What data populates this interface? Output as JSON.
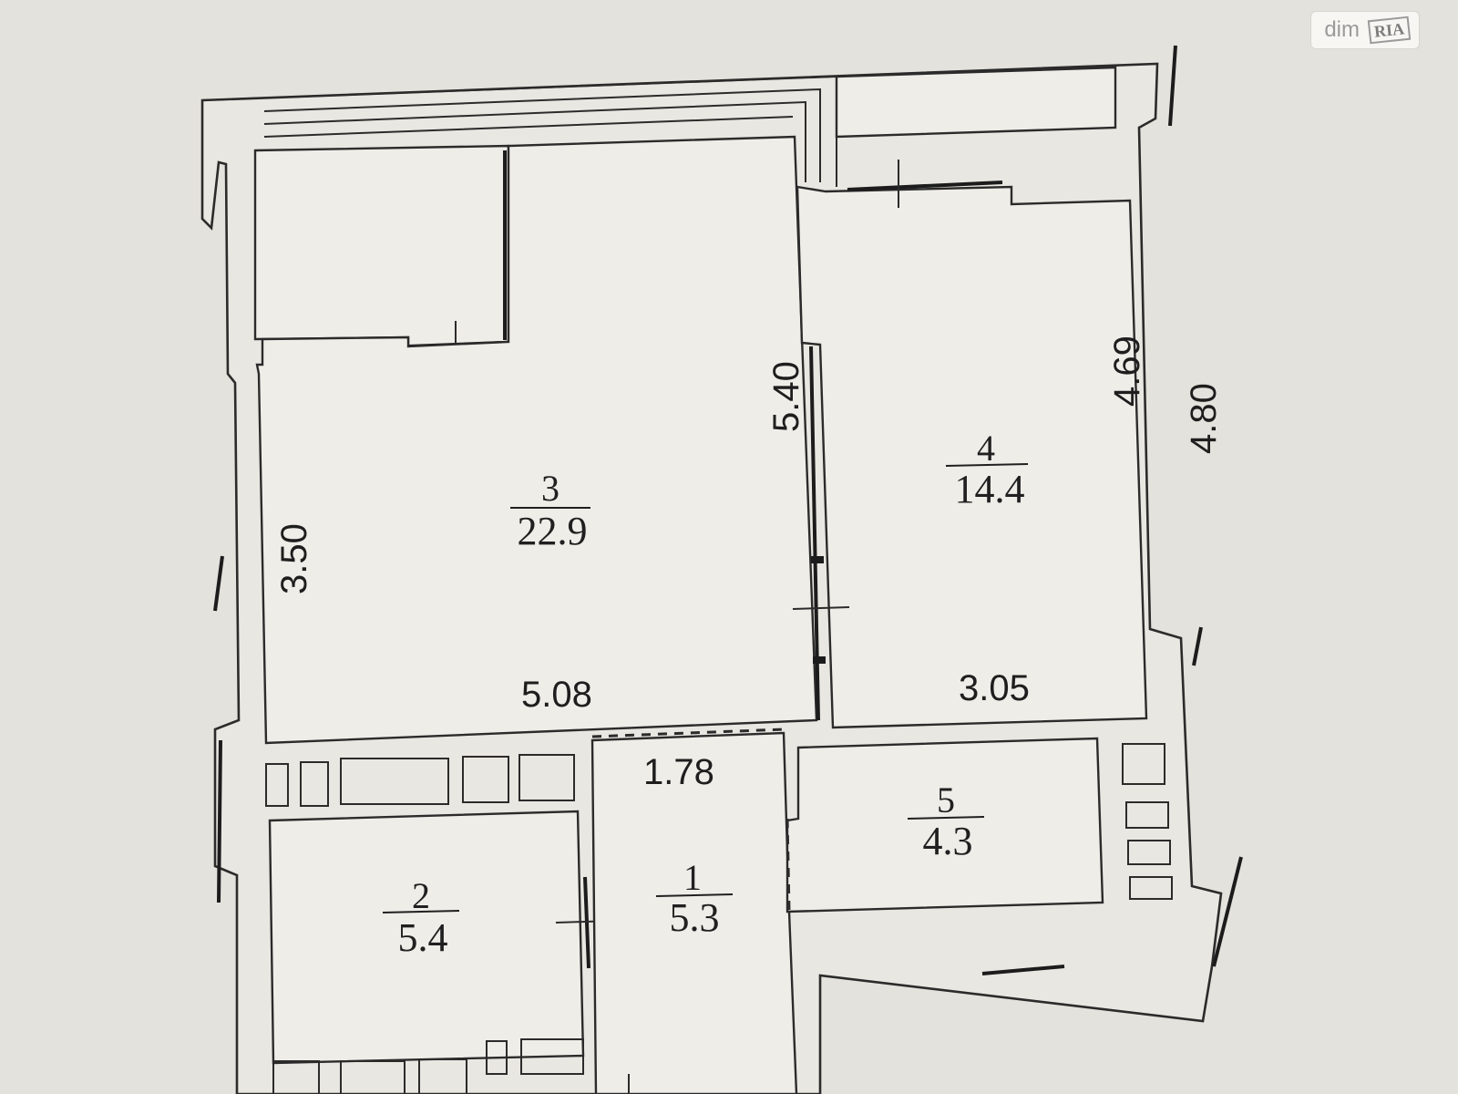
{
  "watermark": {
    "brand": "dim",
    "badge": "RIA"
  },
  "rooms": [
    {
      "id": "1",
      "area": "5.3"
    },
    {
      "id": "2",
      "area": "5.4"
    },
    {
      "id": "3",
      "area": "22.9"
    },
    {
      "id": "4",
      "area": "14.4"
    },
    {
      "id": "5",
      "area": "4.3"
    }
  ],
  "dimensions": {
    "room3_width": "5.08",
    "room3_depth": "5.40",
    "room3_side": "3.50",
    "room4_width": "3.05",
    "room4_depth": "4.69",
    "balcony_depth": "4.80",
    "hall_width": "1.78"
  },
  "colors": {
    "paper": "#e4e2dc",
    "ink": "#2b2b2b"
  }
}
